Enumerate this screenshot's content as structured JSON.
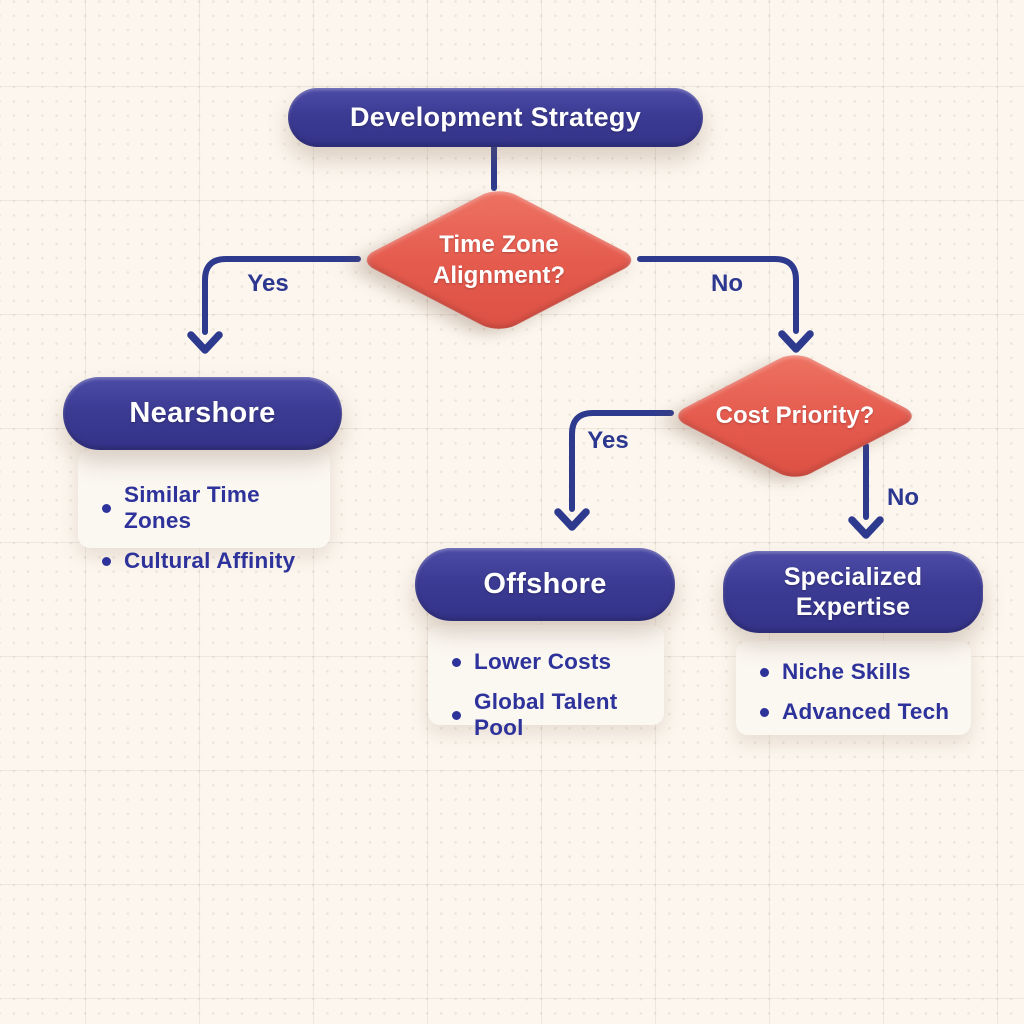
{
  "colors": {
    "background": "#FCF6EE",
    "node_indigo": "#3C3B94",
    "decision_red": "#E45A4D",
    "connector_blue": "#2E3A8E",
    "card_background": "#FBF7F1",
    "bullet_text": "#2E339B",
    "node_text": "#FFFFFF"
  },
  "flowchart": {
    "root": {
      "label": "Development Strategy"
    },
    "decision1": {
      "label": "Time Zone Alignment?",
      "yes_label": "Yes",
      "no_label": "No"
    },
    "decision2": {
      "label": "Cost Priority?",
      "yes_label": "Yes",
      "no_label": "No"
    },
    "outcomes": [
      {
        "label": "Nearshore",
        "bullets": [
          "Similar Time Zones",
          "Cultural Affinity"
        ]
      },
      {
        "label": "Offshore",
        "bullets": [
          "Lower Costs",
          "Global Talent Pool"
        ]
      },
      {
        "label": "Specialized Expertise",
        "bullets": [
          "Niche Skills",
          "Advanced Tech"
        ]
      }
    ]
  }
}
